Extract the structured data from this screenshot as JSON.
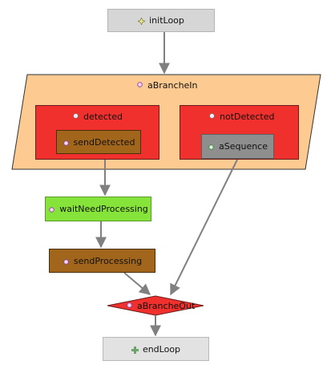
{
  "nodes": {
    "init_loop": "initLoop",
    "branche_in": "aBrancheIn",
    "detected": "detected",
    "send_detected": "sendDetected",
    "not_detected": "notDetected",
    "a_sequence": "aSequence",
    "wait_need_processing": "waitNeedProcessing",
    "send_processing": "sendProcessing",
    "branche_out": "aBrancheOut",
    "end_loop": "endLoop"
  },
  "colors": {
    "parallelogram_fill": "#fdca92",
    "branch_red": "#f0302c",
    "task_brown": "#a1661c",
    "task_green": "#86e33a",
    "start_gray": "#d6d6d6",
    "connector": "#808080"
  },
  "icons": {
    "init_loop": "star-outline-icon",
    "activity": "gear-star-icon",
    "end_loop": "plus-cross-icon"
  }
}
